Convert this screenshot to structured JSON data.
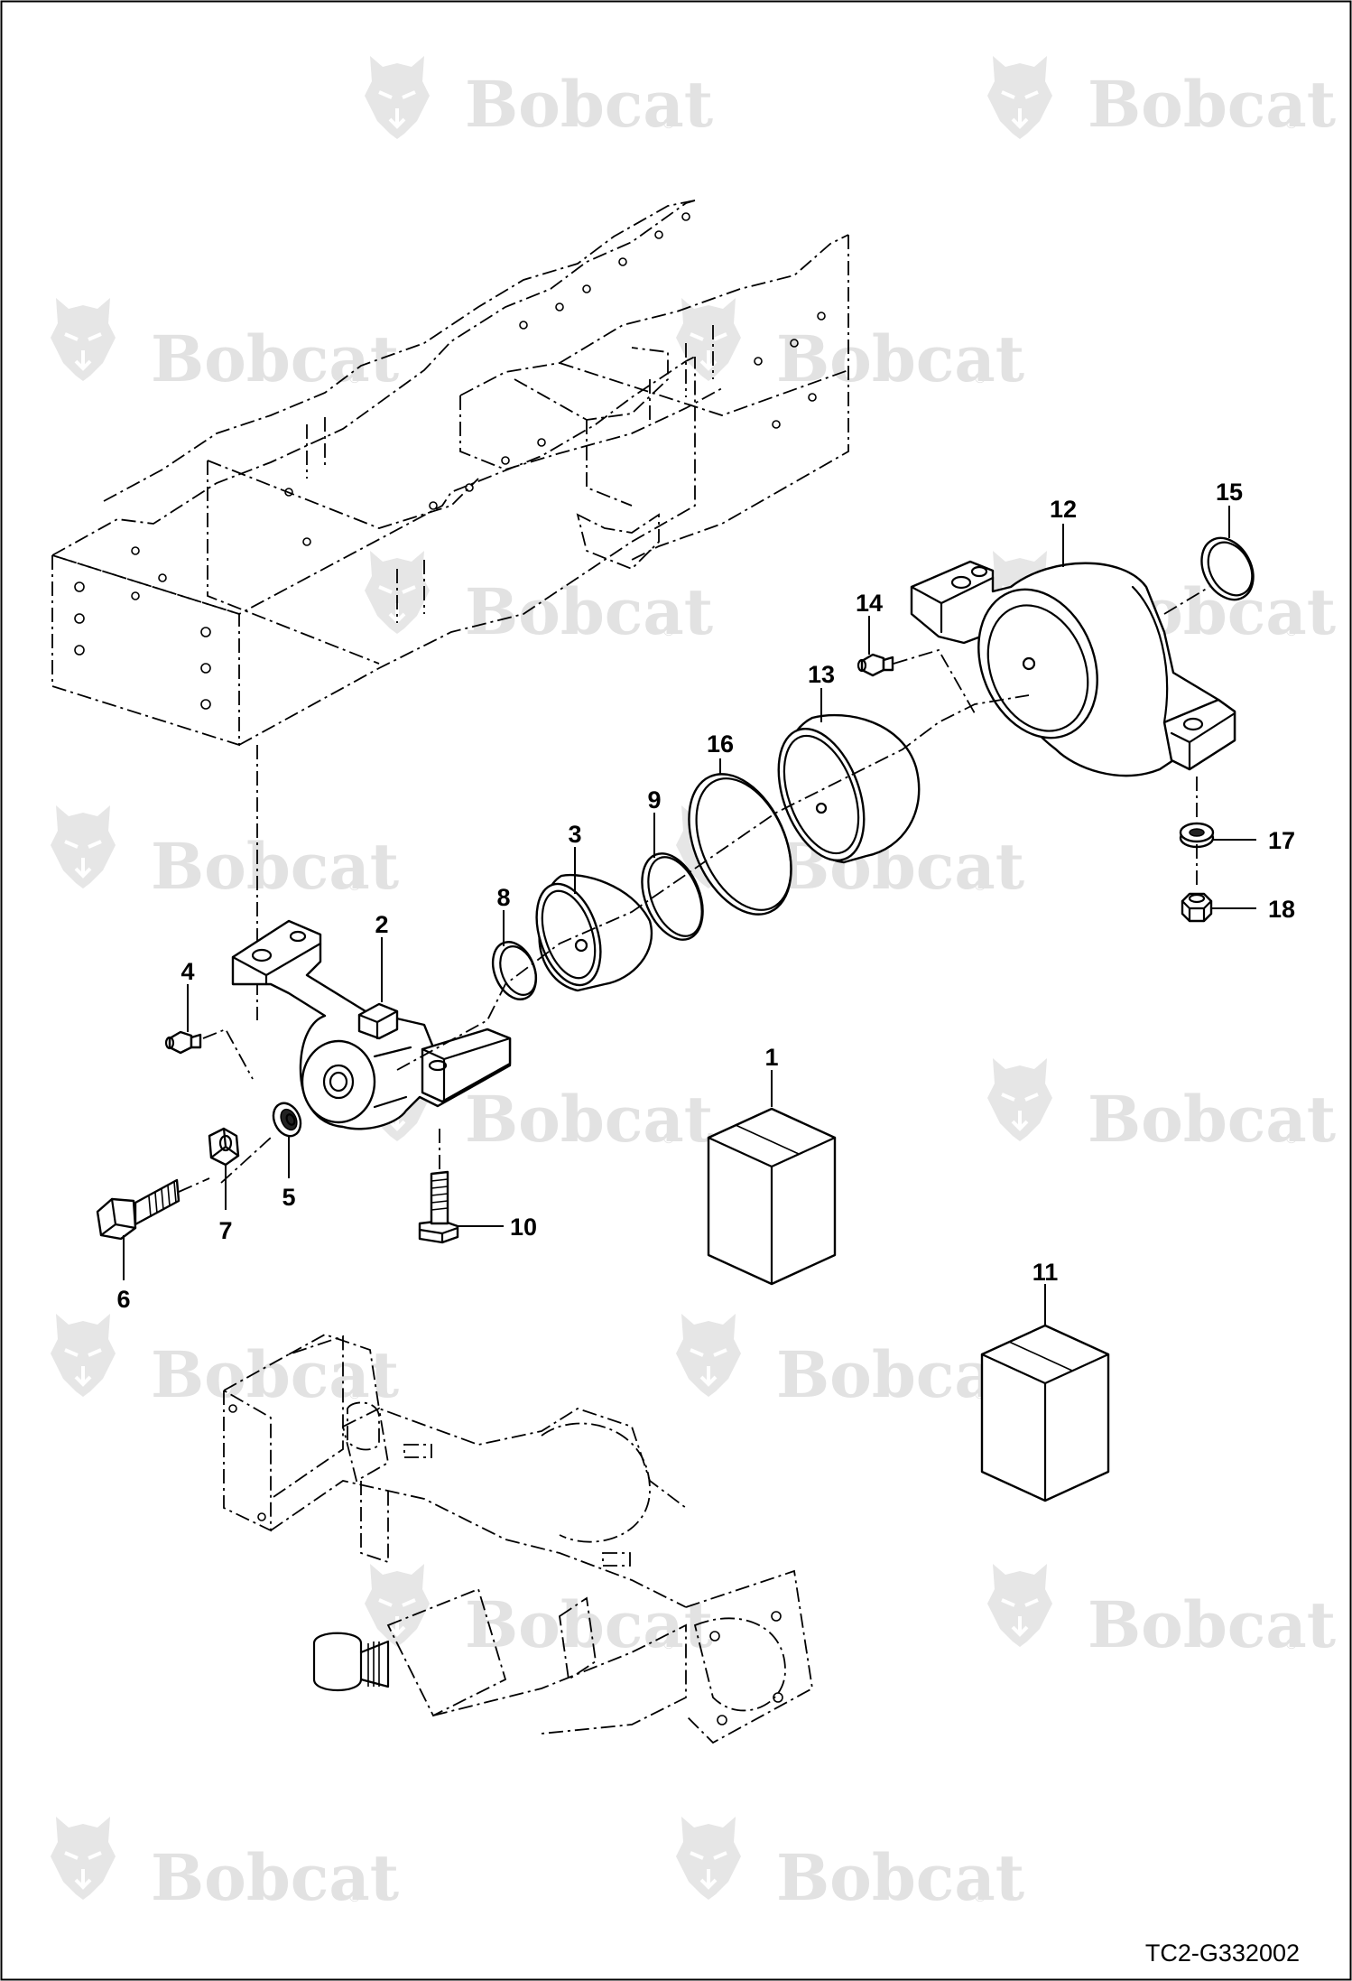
{
  "watermark": {
    "brand": "Bobcat",
    "mark": "®",
    "logo_icon": "bobcat-head-icon"
  },
  "drawing_code": "TC2-G332002",
  "callouts": [
    "1",
    "2",
    "3",
    "4",
    "5",
    "6",
    "7",
    "8",
    "9",
    "10",
    "11",
    "12",
    "13",
    "14",
    "15",
    "16",
    "17",
    "18"
  ],
  "colors": {
    "line": "#000000",
    "background": "#ffffff",
    "watermark": "#e2e2e2"
  }
}
